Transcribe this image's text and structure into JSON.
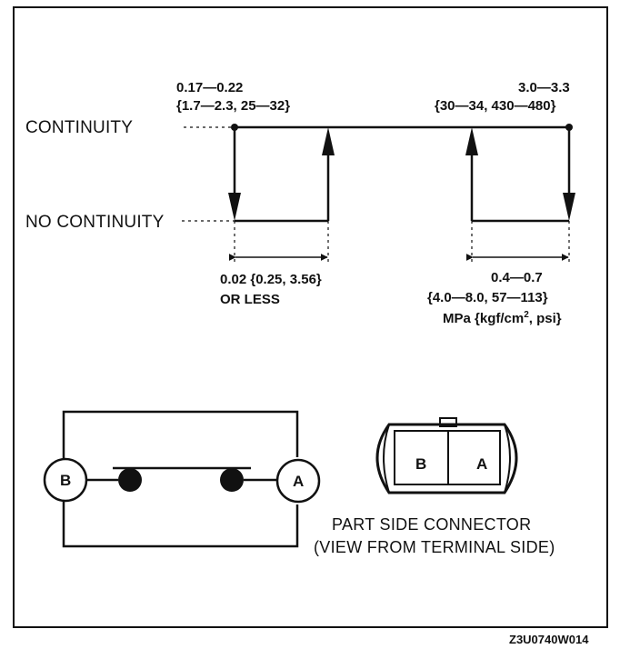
{
  "graph": {
    "state_high": "CONTINUITY",
    "state_low": "NO CONTINUITY",
    "left_top_value": "0.17—0.22",
    "left_top_value2": "{1.7—2.3, 25—32}",
    "right_top_value": "3.0—3.3",
    "right_top_value2": "{30—34, 430—480}",
    "left_gap_value": "0.02 {0.25, 3.56}",
    "left_gap_value2": "OR LESS",
    "right_gap_value": "0.4—0.7",
    "right_gap_value2": "{4.0—8.0, 57—113}",
    "unit_prefix": "MPa {kgf/cm",
    "unit_sup": "2",
    "unit_suffix": ", psi}"
  },
  "circuit": {
    "terminal_b": "B",
    "terminal_a": "A"
  },
  "connector": {
    "cell_b": "B",
    "cell_a": "A",
    "caption_line1": "PART SIDE CONNECTOR",
    "caption_line2": "(VIEW FROM TERMINAL SIDE)"
  },
  "figure_code": "Z3U0740W014"
}
